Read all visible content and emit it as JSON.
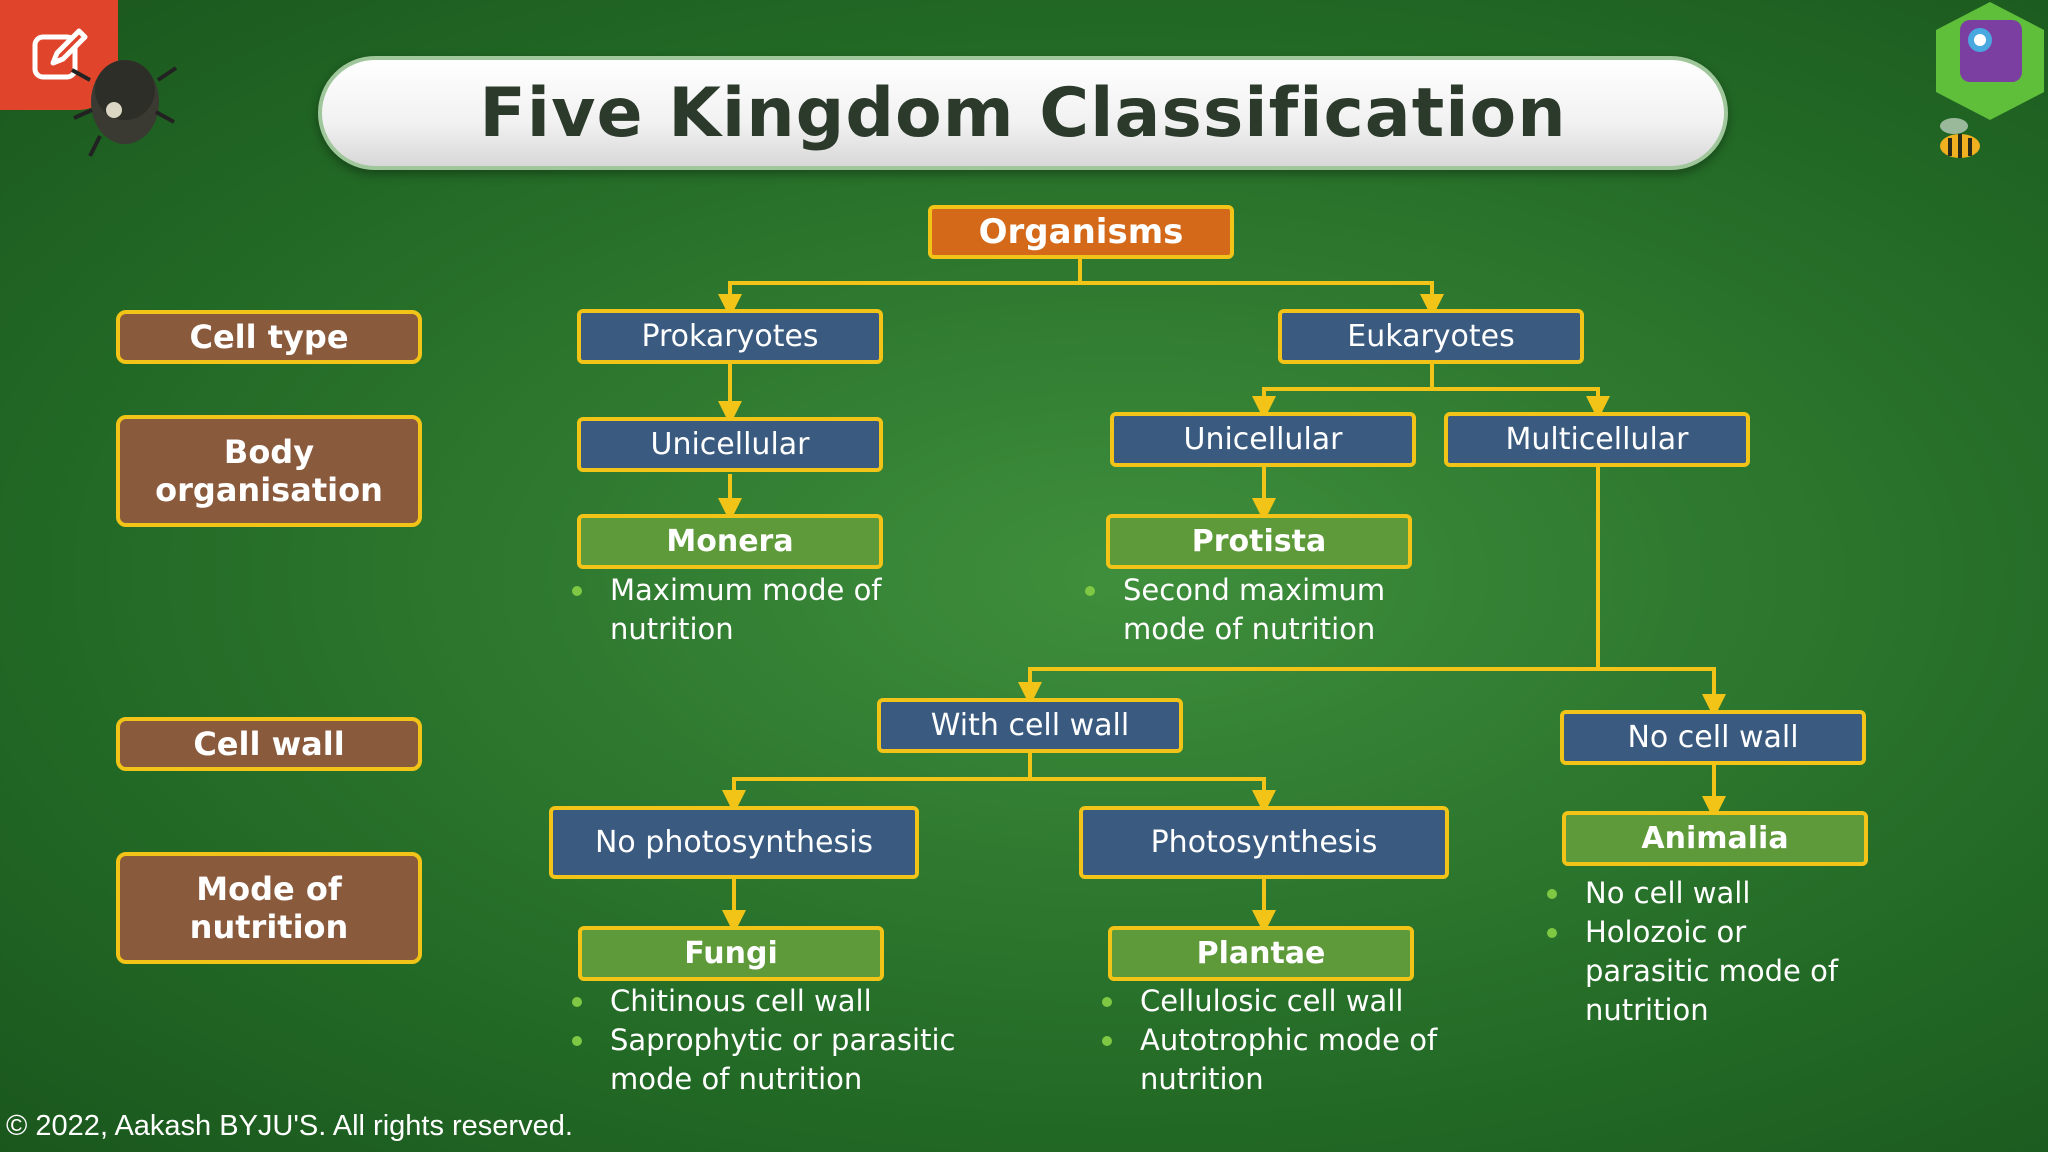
{
  "title": "Five Kingdom Classification",
  "root": "Organisms",
  "row_labels": {
    "cell_type": "Cell type",
    "body_organisation": "Body organisation",
    "cell_wall": "Cell wall",
    "mode_of_nutrition": "Mode of nutrition"
  },
  "nodes": {
    "prokaryotes": "Prokaryotes",
    "eukaryotes": "Eukaryotes",
    "unicellular_pro": "Unicellular",
    "unicellular_eu": "Unicellular",
    "multicellular": "Multicellular",
    "with_cell_wall": "With cell wall",
    "no_cell_wall": "No cell wall",
    "no_photosynthesis": "No photosynthesis",
    "photosynthesis": "Photosynthesis"
  },
  "kingdoms": {
    "monera": {
      "name": "Monera",
      "notes": [
        "Maximum mode of nutrition"
      ]
    },
    "protista": {
      "name": "Protista",
      "notes": [
        "Second maximum mode of nutrition"
      ]
    },
    "fungi": {
      "name": "Fungi",
      "notes": [
        "Chitinous cell wall",
        "Saprophytic or parasitic mode of nutrition"
      ]
    },
    "plantae": {
      "name": "Plantae",
      "notes": [
        "Cellulosic cell wall",
        "Autotrophic mode of nutrition"
      ]
    },
    "animalia": {
      "name": "Animalia",
      "notes": [
        "No cell wall",
        "Holozoic or parasitic mode of nutrition"
      ]
    }
  },
  "copyright": "© 2022, Aakash BYJU'S. All rights reserved.",
  "colors": {
    "connector": "#f2c418",
    "brown": "#8a5a3c",
    "orange": "#d4691a",
    "blue": "#3a5a80",
    "green": "#5e9a3a"
  }
}
